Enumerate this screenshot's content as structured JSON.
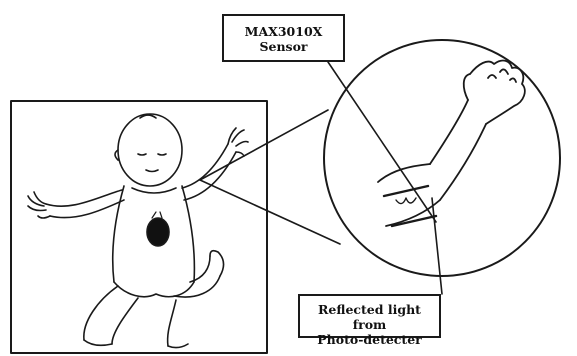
{
  "sensor_label": {
    "line1": "MAX3010X",
    "line2": "Sensor"
  },
  "reflected_label": {
    "line1": "Reflected light from",
    "line2": "Photo-detecter"
  }
}
